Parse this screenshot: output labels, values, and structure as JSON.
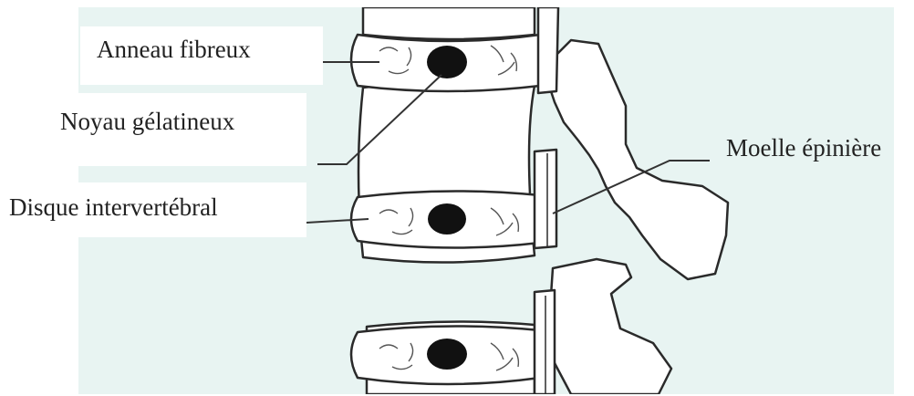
{
  "diagram": {
    "background_color": "#e8f4f2",
    "labels": {
      "annulus": "Anneau fibreux",
      "nucleus": "Noyau gélatineux",
      "disc": "Disque intervertébral",
      "spinal_cord": "Moelle épinière"
    }
  }
}
